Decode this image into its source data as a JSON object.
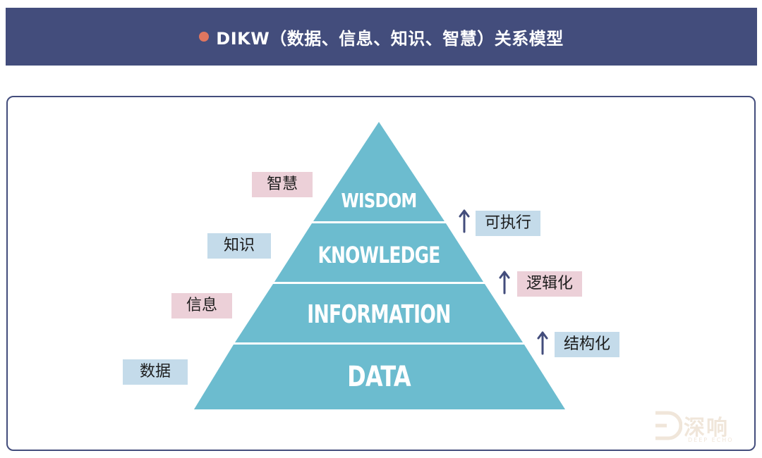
{
  "header": {
    "title": "DIKW（数据、信息、知识、智慧）关系模型"
  },
  "pyramid": {
    "layers": [
      "WISDOM",
      "KNOWLEDGE",
      "INFORMATION",
      "DATA"
    ],
    "color": "#6cbccf"
  },
  "left_tags": [
    "智慧",
    "知识",
    "信息",
    "数据"
  ],
  "right_tags": [
    "可执行",
    "逻辑化",
    "结构化"
  ],
  "logo": {
    "name": "深响",
    "subtitle": "DEEP ECHO"
  },
  "colors": {
    "header_bg": "#434d7c",
    "dot": "#e0765f",
    "pink_tag": "#ecd0d8",
    "blue_tag": "#c4dbea",
    "arrow": "#434d7c"
  }
}
